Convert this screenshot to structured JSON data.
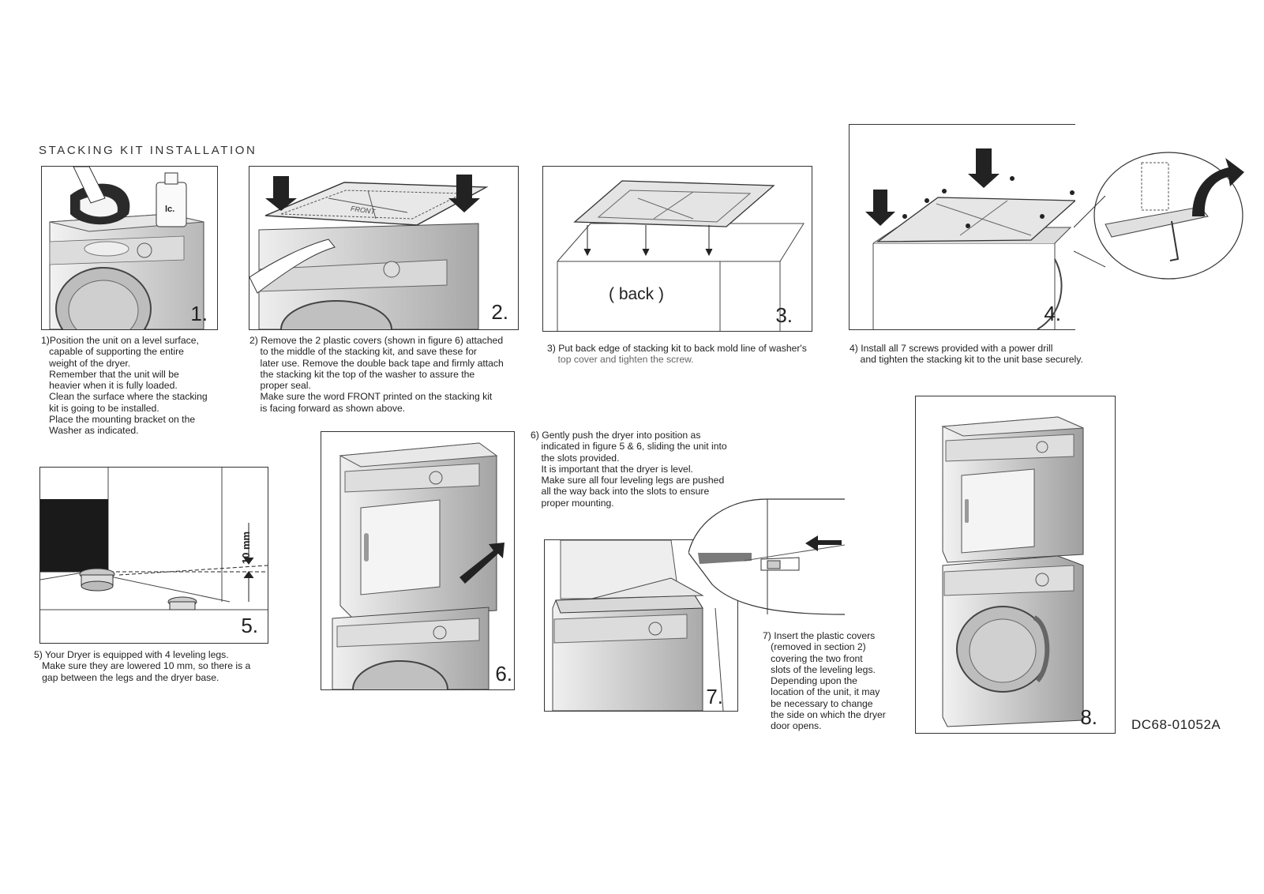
{
  "page_title": "STACKING KIT INSTALLATION",
  "doc_code": "DC68-01052A",
  "figures": {
    "f1": {
      "number": "1.",
      "bottle_label": "lc."
    },
    "f2": {
      "number": "2.",
      "front_label": "FRONT"
    },
    "f3": {
      "number": "3.",
      "back_label": "( back )"
    },
    "f4": {
      "number": "4."
    },
    "f5": {
      "number": "5.",
      "dimension_label": "10 mm"
    },
    "f6": {
      "number": "6."
    },
    "f7": {
      "number": "7."
    },
    "f8": {
      "number": "8."
    }
  },
  "steps": {
    "s1": [
      "1)Position the unit on a level surface,",
      "   capable of supporting the entire",
      "   weight of the dryer.",
      "   Remember that the unit will be",
      "   heavier when it is fully loaded.",
      "   Clean the surface where the stacking",
      "   kit is going to be installed.",
      "   Place the mounting bracket on the",
      "   Washer as indicated."
    ],
    "s2": [
      "2) Remove the 2 plastic covers (shown in figure 6) attached",
      "    to the middle of the stacking kit, and save these for",
      "    later use. Remove the double back tape and firmly attach",
      "    the stacking kit the top of the washer to assure the",
      "    proper seal.",
      "    Make sure the word FRONT printed on the stacking kit",
      "    is facing forward as shown above."
    ],
    "s3": [
      "3) Put back edge of stacking kit to back mold line of washer's",
      "    top cover and tighten the screw."
    ],
    "s4": [
      "4) Install all 7 screws provided with a power drill",
      "    and tighten the stacking kit to the unit base securely."
    ],
    "s5": [
      "5) Your Dryer is equipped with 4 leveling legs.",
      "   Make sure they are lowered 10 mm, so there is a",
      "   gap between the legs and the dryer base."
    ],
    "s6": [
      "6) Gently push the dryer into position as",
      "    indicated in figure 5 & 6, sliding the unit into",
      "    the slots provided.",
      "    It is important that the dryer is level.",
      "    Make sure all four leveling legs are pushed",
      "    all the way back into the slots to ensure",
      "    proper mounting."
    ],
    "s7": [
      "7) Insert the plastic covers",
      "   (removed in section 2)",
      "   covering the two front",
      "   slots of the leveling legs.",
      "   Depending upon the",
      "   location of the unit, it may",
      "   be necessary to change",
      "   the side on which the dryer",
      "   door opens."
    ]
  }
}
